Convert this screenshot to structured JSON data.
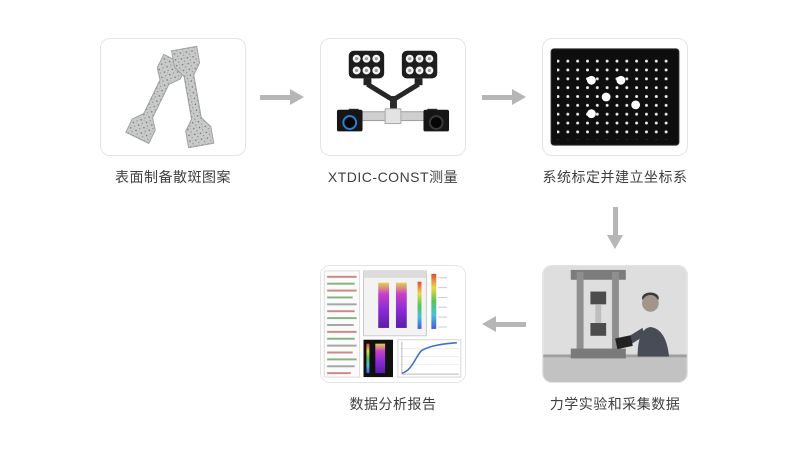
{
  "colors": {
    "arrow": "#b6b6b6",
    "card-border": "#e4e4e4",
    "label": "#3f3f3f",
    "bg": "#ffffff"
  },
  "steps": [
    {
      "label": "表面制备散斑图案",
      "icon": "speckle-specimens-icon"
    },
    {
      "label": "XTDIC-CONST测量",
      "icon": "dic-measurement-system-icon"
    },
    {
      "label": "系统标定并建立坐标系",
      "icon": "calibration-board-icon"
    },
    {
      "label": "力学实验和采集数据",
      "icon": "mechanical-test-photo"
    },
    {
      "label": "数据分析报告",
      "icon": "analysis-software-screenshot"
    }
  ],
  "arrows": [
    {
      "from": "表面制备散斑图案",
      "to": "XTDIC-CONST测量",
      "direction": "right"
    },
    {
      "from": "XTDIC-CONST测量",
      "to": "系统标定并建立坐标系",
      "direction": "right"
    },
    {
      "from": "系统标定并建立坐标系",
      "to": "力学实验和采集数据",
      "direction": "down"
    },
    {
      "from": "力学实验和采集数据",
      "to": "数据分析报告",
      "direction": "left"
    }
  ]
}
